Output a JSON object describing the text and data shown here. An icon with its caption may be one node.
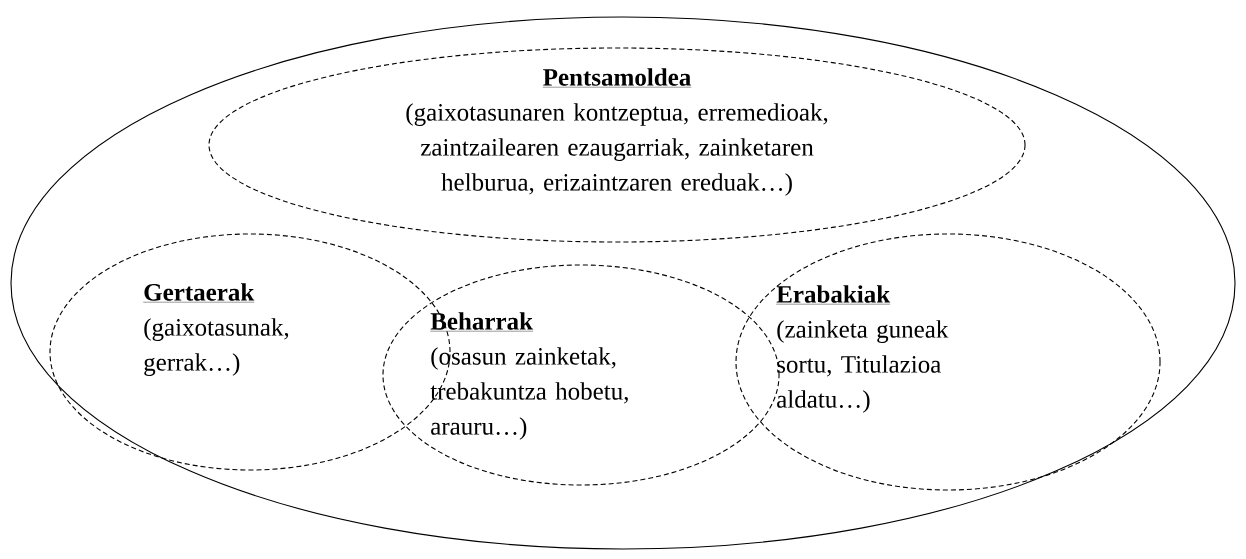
{
  "diagram": {
    "nodes": [
      {
        "text": [],
        "shape": "ellipse"
      },
      {
        "text": [
          "Pentsamoldea",
          "(gaixotasunaren kontzeptua, erremedioak, zaintzailearen ezaugarriak, zainketaren helburua, erizaintzaren ereduak…)"
        ],
        "in": 0
      },
      {
        "text": [
          "Gertaerak",
          "(gaixotasunak, gerrak…)"
        ],
        "in": 0
      },
      {
        "text": [
          "Beharrak",
          "(osasun zainketak, trebakuntza hobetu, arauru…)"
        ],
        "in": 0
      },
      {
        "text": [
          "Erabakiak",
          "(zainketa guneak sortu, Titulazioa aldatu…)"
        ],
        "in": 0
      }
    ]
  }
}
